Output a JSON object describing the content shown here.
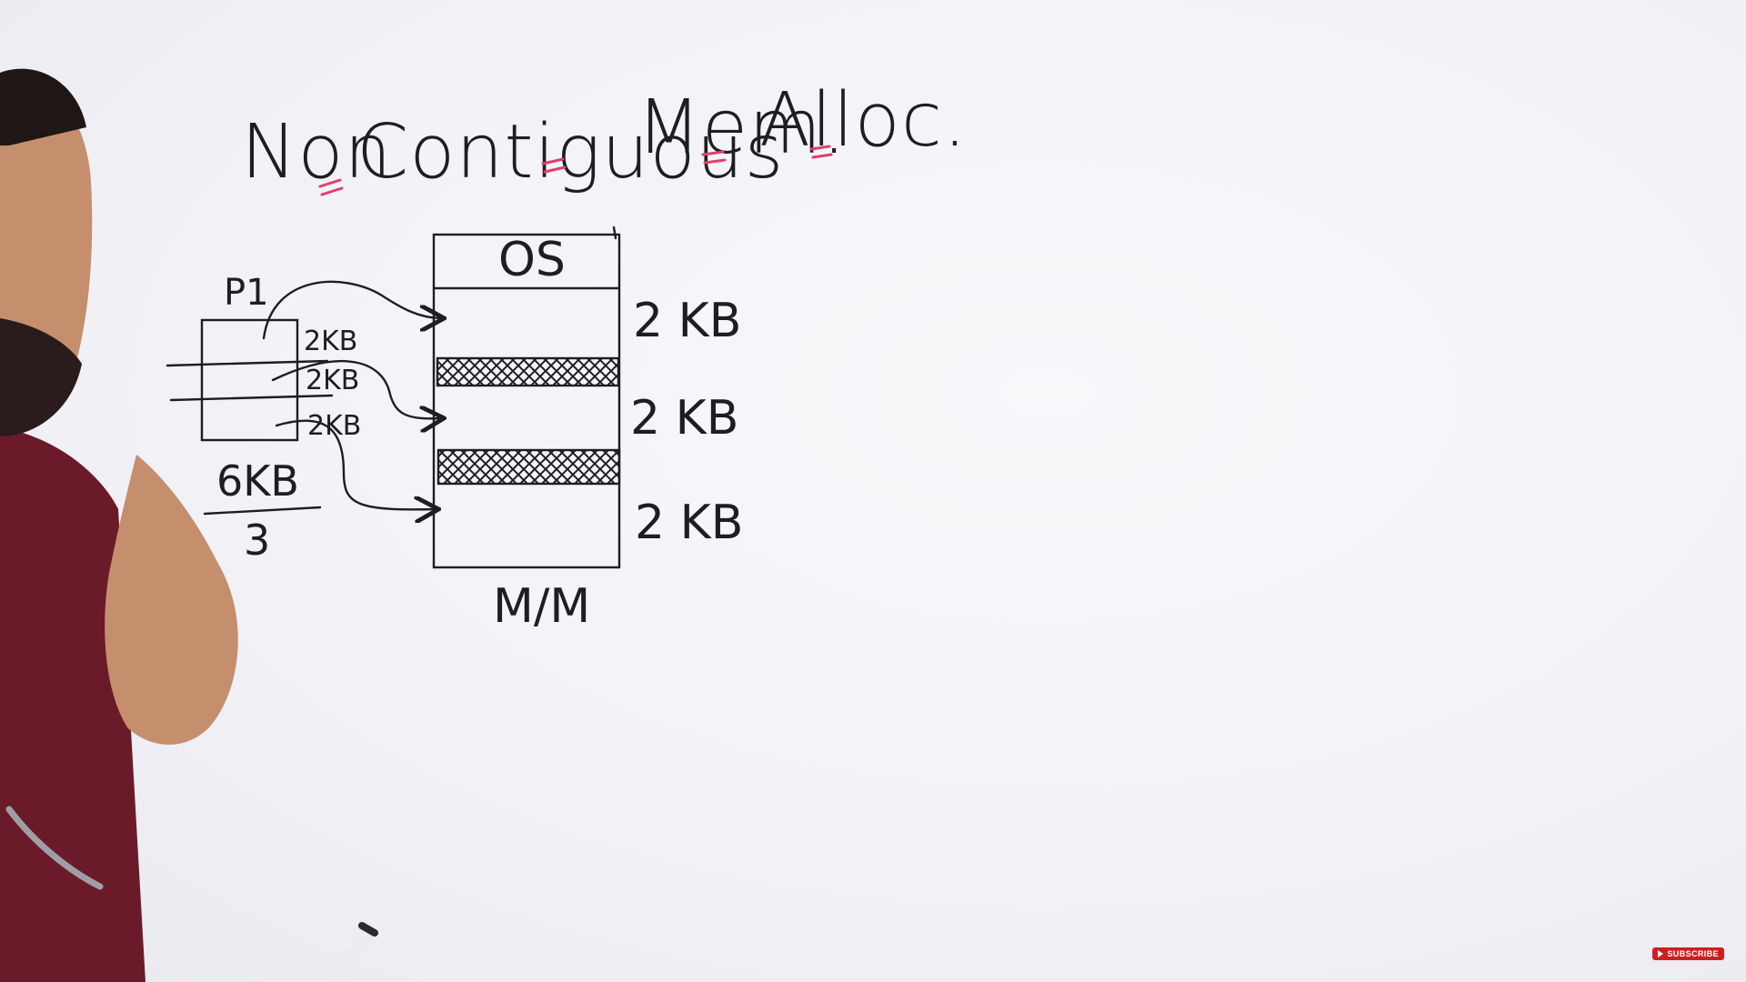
{
  "title": {
    "word1": "Non",
    "word2": "Contiguous",
    "word3": "Mem.",
    "word4": "Alloc."
  },
  "process": {
    "name": "P1",
    "pages": [
      "2KB",
      "2KB",
      "2KB"
    ],
    "size": "6KB",
    "divisor": "3"
  },
  "memory": {
    "os_label": "OS",
    "partitions": [
      "2 KB",
      "2 KB",
      "2 KB"
    ],
    "caption": "M/M"
  },
  "overlay": {
    "subscribe_label": "SUBSCRIBE"
  },
  "colors": {
    "ink": "#1e1e22",
    "accent_marker": "#e0406a",
    "shirt": "#6b1a2a",
    "skin": "#c58e6c",
    "subscribe_bg": "#cc1f1f"
  }
}
